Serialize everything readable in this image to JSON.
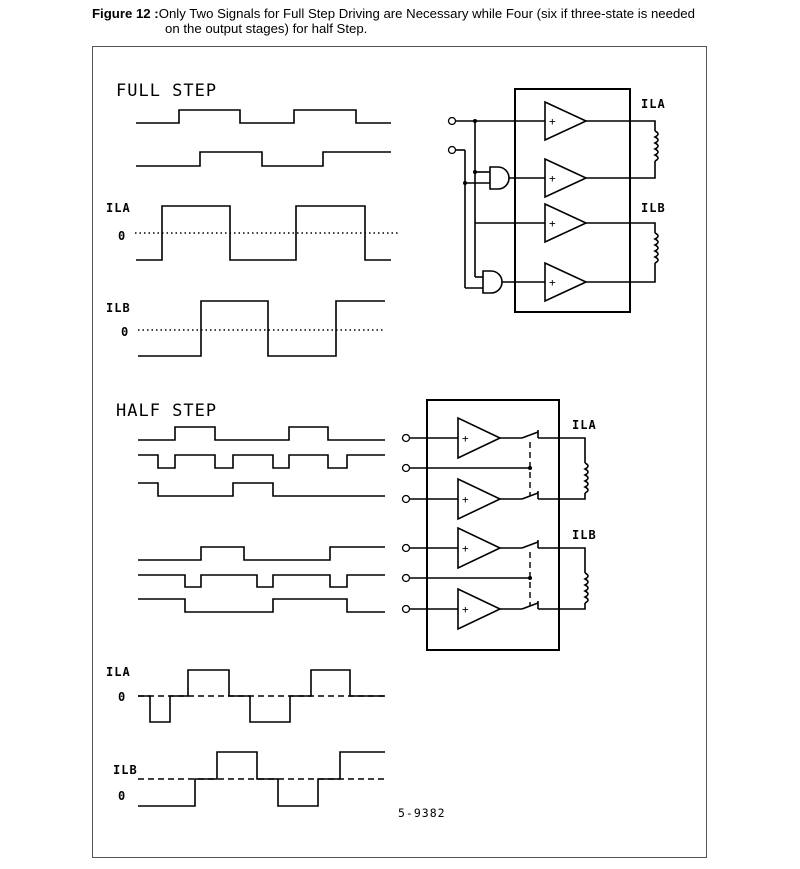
{
  "caption": {
    "label": "Figure 12 :",
    "line1": "Only Two Signals for Full Step Driving are Necessary while Four (six if three-state is needed",
    "line2": "on the output stages) for half Step."
  },
  "diagram": {
    "full_step_title": "FULL STEP",
    "half_step_title": "HALF STEP",
    "ila": "ILA",
    "ilb": "ILB",
    "zero": "0",
    "amp_plus": "+",
    "ref": "5-9382"
  }
}
